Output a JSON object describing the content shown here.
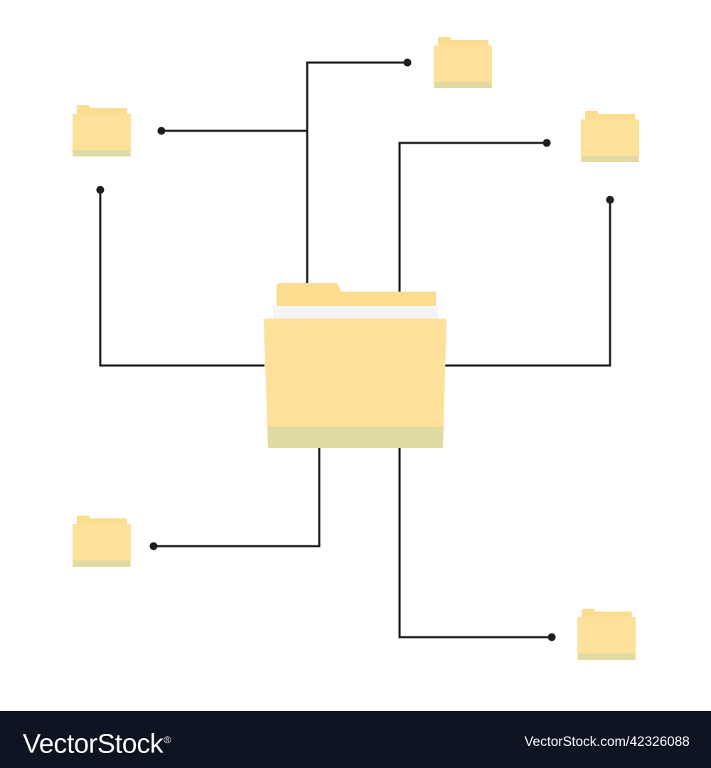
{
  "colors": {
    "background": "#ffffff",
    "line": "#1e1e1e",
    "folder_front": "#fde09a",
    "folder_tab": "#fcdc8e",
    "folder_bottom": "#e0daa3",
    "folder_paper": "#f4f4f4",
    "footer_background": "#0f1423",
    "footer_text": "#ffffff"
  },
  "diagram": {
    "central_node": {
      "icon": "folder-icon"
    },
    "branches": [
      {
        "name": "top-right",
        "icon": "folder-icon"
      },
      {
        "name": "top-left",
        "icon": "folder-icon"
      },
      {
        "name": "right",
        "icon": "folder-icon"
      },
      {
        "name": "left",
        "icon": "folder-icon"
      },
      {
        "name": "far-right",
        "icon": "folder-icon"
      },
      {
        "name": "bottom-left",
        "icon": "folder-icon"
      },
      {
        "name": "bottom-right",
        "icon": "folder-icon"
      }
    ]
  },
  "footer": {
    "brand": "VectorStock",
    "registered_mark": "®",
    "image_ref": "VectorStock.com/42326088"
  }
}
